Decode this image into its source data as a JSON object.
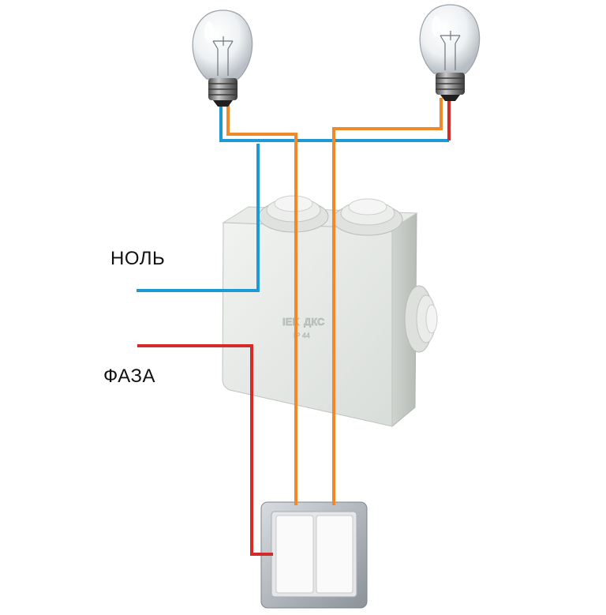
{
  "labels": {
    "neutral": "НОЛЬ",
    "phase": "ФАЗА"
  },
  "box_brand": {
    "logo": "IEK",
    "maker": "ДКС",
    "rating": "IP 44"
  },
  "colors": {
    "neutral_wire": "#1d9ad6",
    "phase_wire": "#d32a2a",
    "switched_wire": "#f0892a",
    "box_body": "#e5e8e5",
    "switch_frame": "#aab0b6",
    "switch_key": "#f7f7f7"
  },
  "icons": {
    "lamp_left": "light-bulb-icon",
    "lamp_right": "light-bulb-icon",
    "junction_box": "junction-box-icon",
    "switch": "double-switch-icon"
  }
}
